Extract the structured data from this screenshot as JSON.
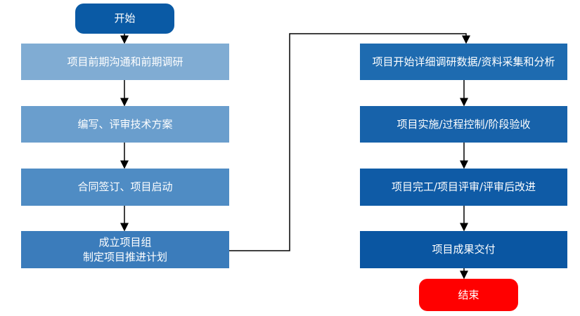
{
  "start": {
    "label": "开始",
    "color": "#0a5aa5"
  },
  "end": {
    "label": "结束",
    "color": "#ff0000"
  },
  "left_steps": [
    {
      "label": "项目前期沟通和前期调研",
      "color": "#80acd3"
    },
    {
      "label": "编写、评审技术方案",
      "color": "#6a9ecd"
    },
    {
      "label": "合同签订、项目启动",
      "color": "#4f8cc4"
    },
    {
      "label": "成立项目组\n制定项目推进计划",
      "color": "#3b7cbb"
    }
  ],
  "right_steps": [
    {
      "label": "项目开始详细调研数据/资料采集和分析",
      "color": "#1e6bb0"
    },
    {
      "label": "项目实施/过程控制/阶段验收",
      "color": "#1762aa"
    },
    {
      "label": "项目完工/项目评审/评审后改进",
      "color": "#0f5ba6"
    },
    {
      "label": "项目成果交付",
      "color": "#0a56a2"
    }
  ]
}
